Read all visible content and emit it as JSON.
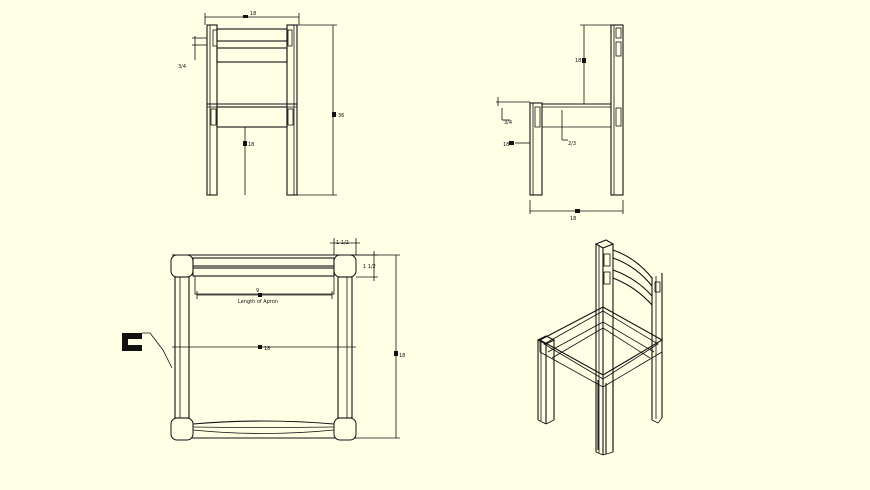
{
  "background": "#ffffe6",
  "line_color": "#111111",
  "views": {
    "front": {
      "dim_top_width": "18",
      "dim_height": "36",
      "dim_leg_height": "18",
      "dim_rail_offset": "3/4"
    },
    "side": {
      "dim_back_height": "18",
      "dim_depth": "18",
      "dim_offset_a": "3/4",
      "dim_seat_rail": "2/3",
      "dim_seat_height": "18"
    },
    "top": {
      "dim_post": "1 1/2",
      "dim_post_depth": "1 1/2",
      "dim_span": "9",
      "dim_span_label": "Length of Apron",
      "dim_inner_width": "18",
      "dim_overall": "18"
    },
    "iso": {}
  }
}
